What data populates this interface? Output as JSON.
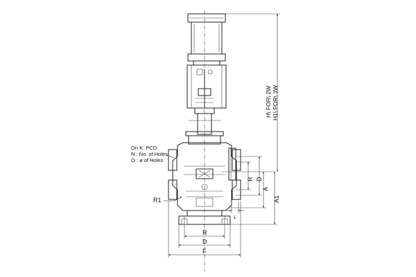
{
  "notes": {
    "line1": "On K: PCD",
    "line2": "N : No. of Holes",
    "line3": "O : ø of Holes"
  },
  "dimensions": {
    "R_bottom": "R",
    "D_bottom": "D",
    "F": "F",
    "R_side": "R",
    "D_side": "D",
    "A": "A",
    "A1": "A1",
    "R1": "R1",
    "L": "L",
    "H_2w": "H\\ FOR\\ 2W",
    "H1_3w": "H1\\ FOR\\ 3W"
  }
}
